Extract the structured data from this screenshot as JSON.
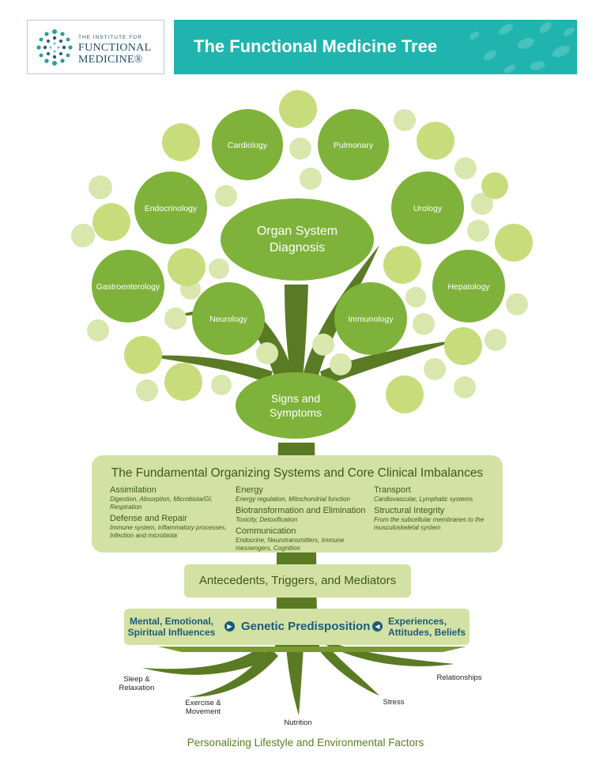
{
  "header": {
    "logo_line1": "THE INSTITUTE FOR",
    "logo_line2": "FUNCTIONAL",
    "logo_line3": "MEDICINE®",
    "title": "The Functional Medicine Tree"
  },
  "tree": {
    "trunk_label_top": "Organ System",
    "trunk_label_bottom": "Diagnosis",
    "signs_top": "Signs and",
    "signs_bottom": "Symptoms",
    "organs": {
      "cardiology": "Cardiology",
      "pulmonary": "Pulmonary",
      "endocrinology": "Endocrinology",
      "urology": "Urology",
      "gastroenterology": "Gastroenterology",
      "hepatology": "Hepatology",
      "neurology": "Neurology",
      "immunology": "Immunology"
    }
  },
  "systems": {
    "title": "The Fundamental Organizing Systems and Core Clinical Imbalances",
    "col1": {
      "assimilation": "Assimilation",
      "assimilation_sub": "Digestion, Absorption, Microbiota/GI, Respiration",
      "defense": "Defense and Repair",
      "defense_sub": "Immune system, inflammatory processes, Infection and microbiota"
    },
    "col2": {
      "energy": "Energy",
      "energy_sub": "Energy regulation, Mitochondrial function",
      "biotrans": "Biotransformation and Elimination",
      "biotrans_sub": "Toxicity, Detoxification",
      "communication": "Communication",
      "communication_sub": "Endocrine, Neurotransmitters, Immune messengers, Cognition"
    },
    "col3": {
      "transport": "Transport",
      "transport_sub": "Cardiovascular, Lymphatic systems",
      "structural": "Structural Integrity",
      "structural_sub": "From the subcellular membranes to the musculoskeletal system"
    }
  },
  "antecedents": "Antecedents, Triggers, and Mediators",
  "predisposition": {
    "left_line1": "Mental, Emotional,",
    "left_line2": "Spiritual Influences",
    "center": "Genetic Predisposition",
    "right_line1": "Experiences,",
    "right_line2": "Attitudes, Beliefs"
  },
  "roots": {
    "sleep_line1": "Sleep &",
    "sleep_line2": "Relaxation",
    "exercise_line1": "Exercise &",
    "exercise_line2": "Movement",
    "nutrition": "Nutrition",
    "stress": "Stress",
    "relationships": "Relationships"
  },
  "footer": "Personalizing Lifestyle and Environmental Factors",
  "colors": {
    "teal": "#1fb5ae",
    "leaf_dark": "#7fb23a",
    "leaf_mid": "#a9c957",
    "leaf_light": "#d2e1a0",
    "leaf_pale": "#dce8b5",
    "trunk": "#5a7a24",
    "panel": "#d3e2a4",
    "navy": "#1c5a7a"
  }
}
